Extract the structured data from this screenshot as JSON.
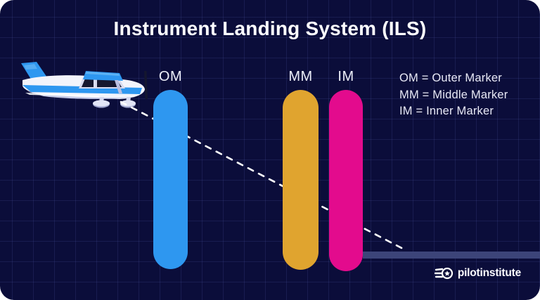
{
  "title": "Instrument Landing System (ILS)",
  "markers": [
    {
      "abbr": "OM",
      "name": "Outer Marker",
      "color": "#2e97f0"
    },
    {
      "abbr": "MM",
      "name": "Middle Marker",
      "color": "#e0a42f"
    },
    {
      "abbr": "IM",
      "name": "Inner Marker",
      "color": "#e30b8d"
    }
  ],
  "legend": [
    "OM = Outer Marker",
    "MM = Middle Marker",
    "IM = Inner Marker"
  ],
  "glide_slope": {
    "style": "dashed",
    "color": "#ffffff"
  },
  "runway": {
    "color": "#3c4479"
  },
  "background": {
    "color": "#0b0d3a",
    "grid_color": "#1d2254"
  },
  "logo": {
    "icon": "pilot-institute-badge-icon",
    "text": "pilotinstitute"
  }
}
